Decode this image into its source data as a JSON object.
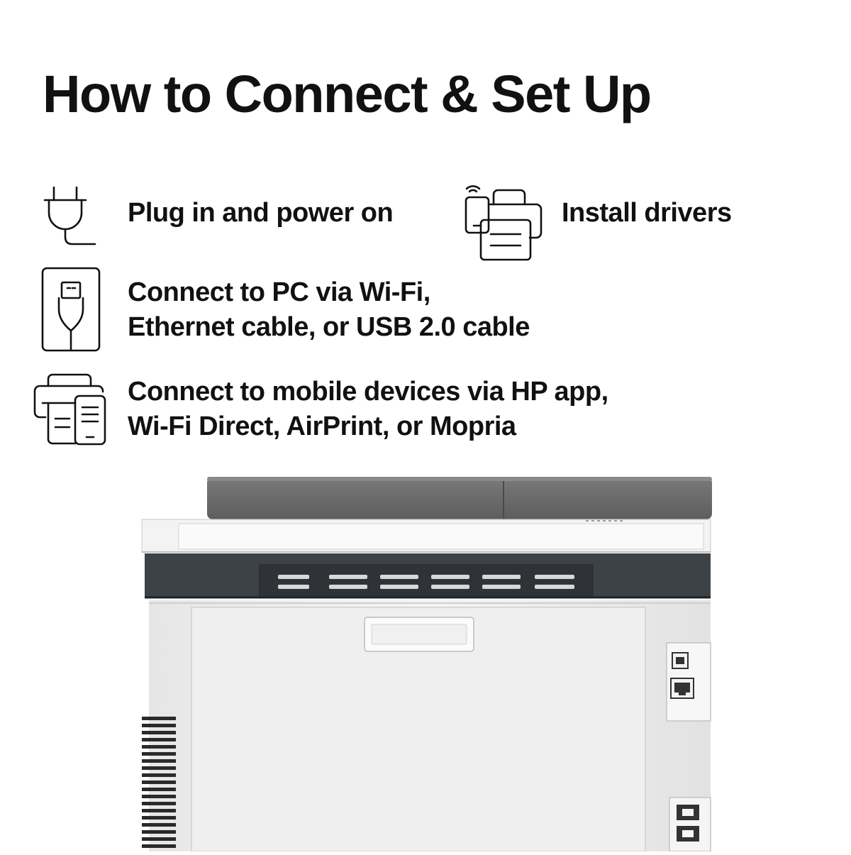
{
  "page": {
    "title": "How to Connect & Set Up"
  },
  "features": {
    "plug": {
      "icon": "power-plug-icon",
      "line1": "Plug in and power on"
    },
    "drivers": {
      "icon": "phone-printer-icon",
      "line1": "Install drivers"
    },
    "pc": {
      "icon": "usb-cable-icon",
      "line1": "Connect to PC via Wi-Fi,",
      "line2": "Ethernet cable, or USB 2.0 cable"
    },
    "mobile": {
      "icon": "printer-mobile-icon",
      "line1": "Connect to mobile devices via HP app,",
      "line2": "Wi-Fi Direct, AirPrint, or Mopria"
    }
  },
  "colors": {
    "background": "#ffffff",
    "text": "#111111",
    "printer_gray": "#6d6d6d",
    "printer_dark": "#3b4046",
    "printer_body": "#f2f2f2"
  }
}
